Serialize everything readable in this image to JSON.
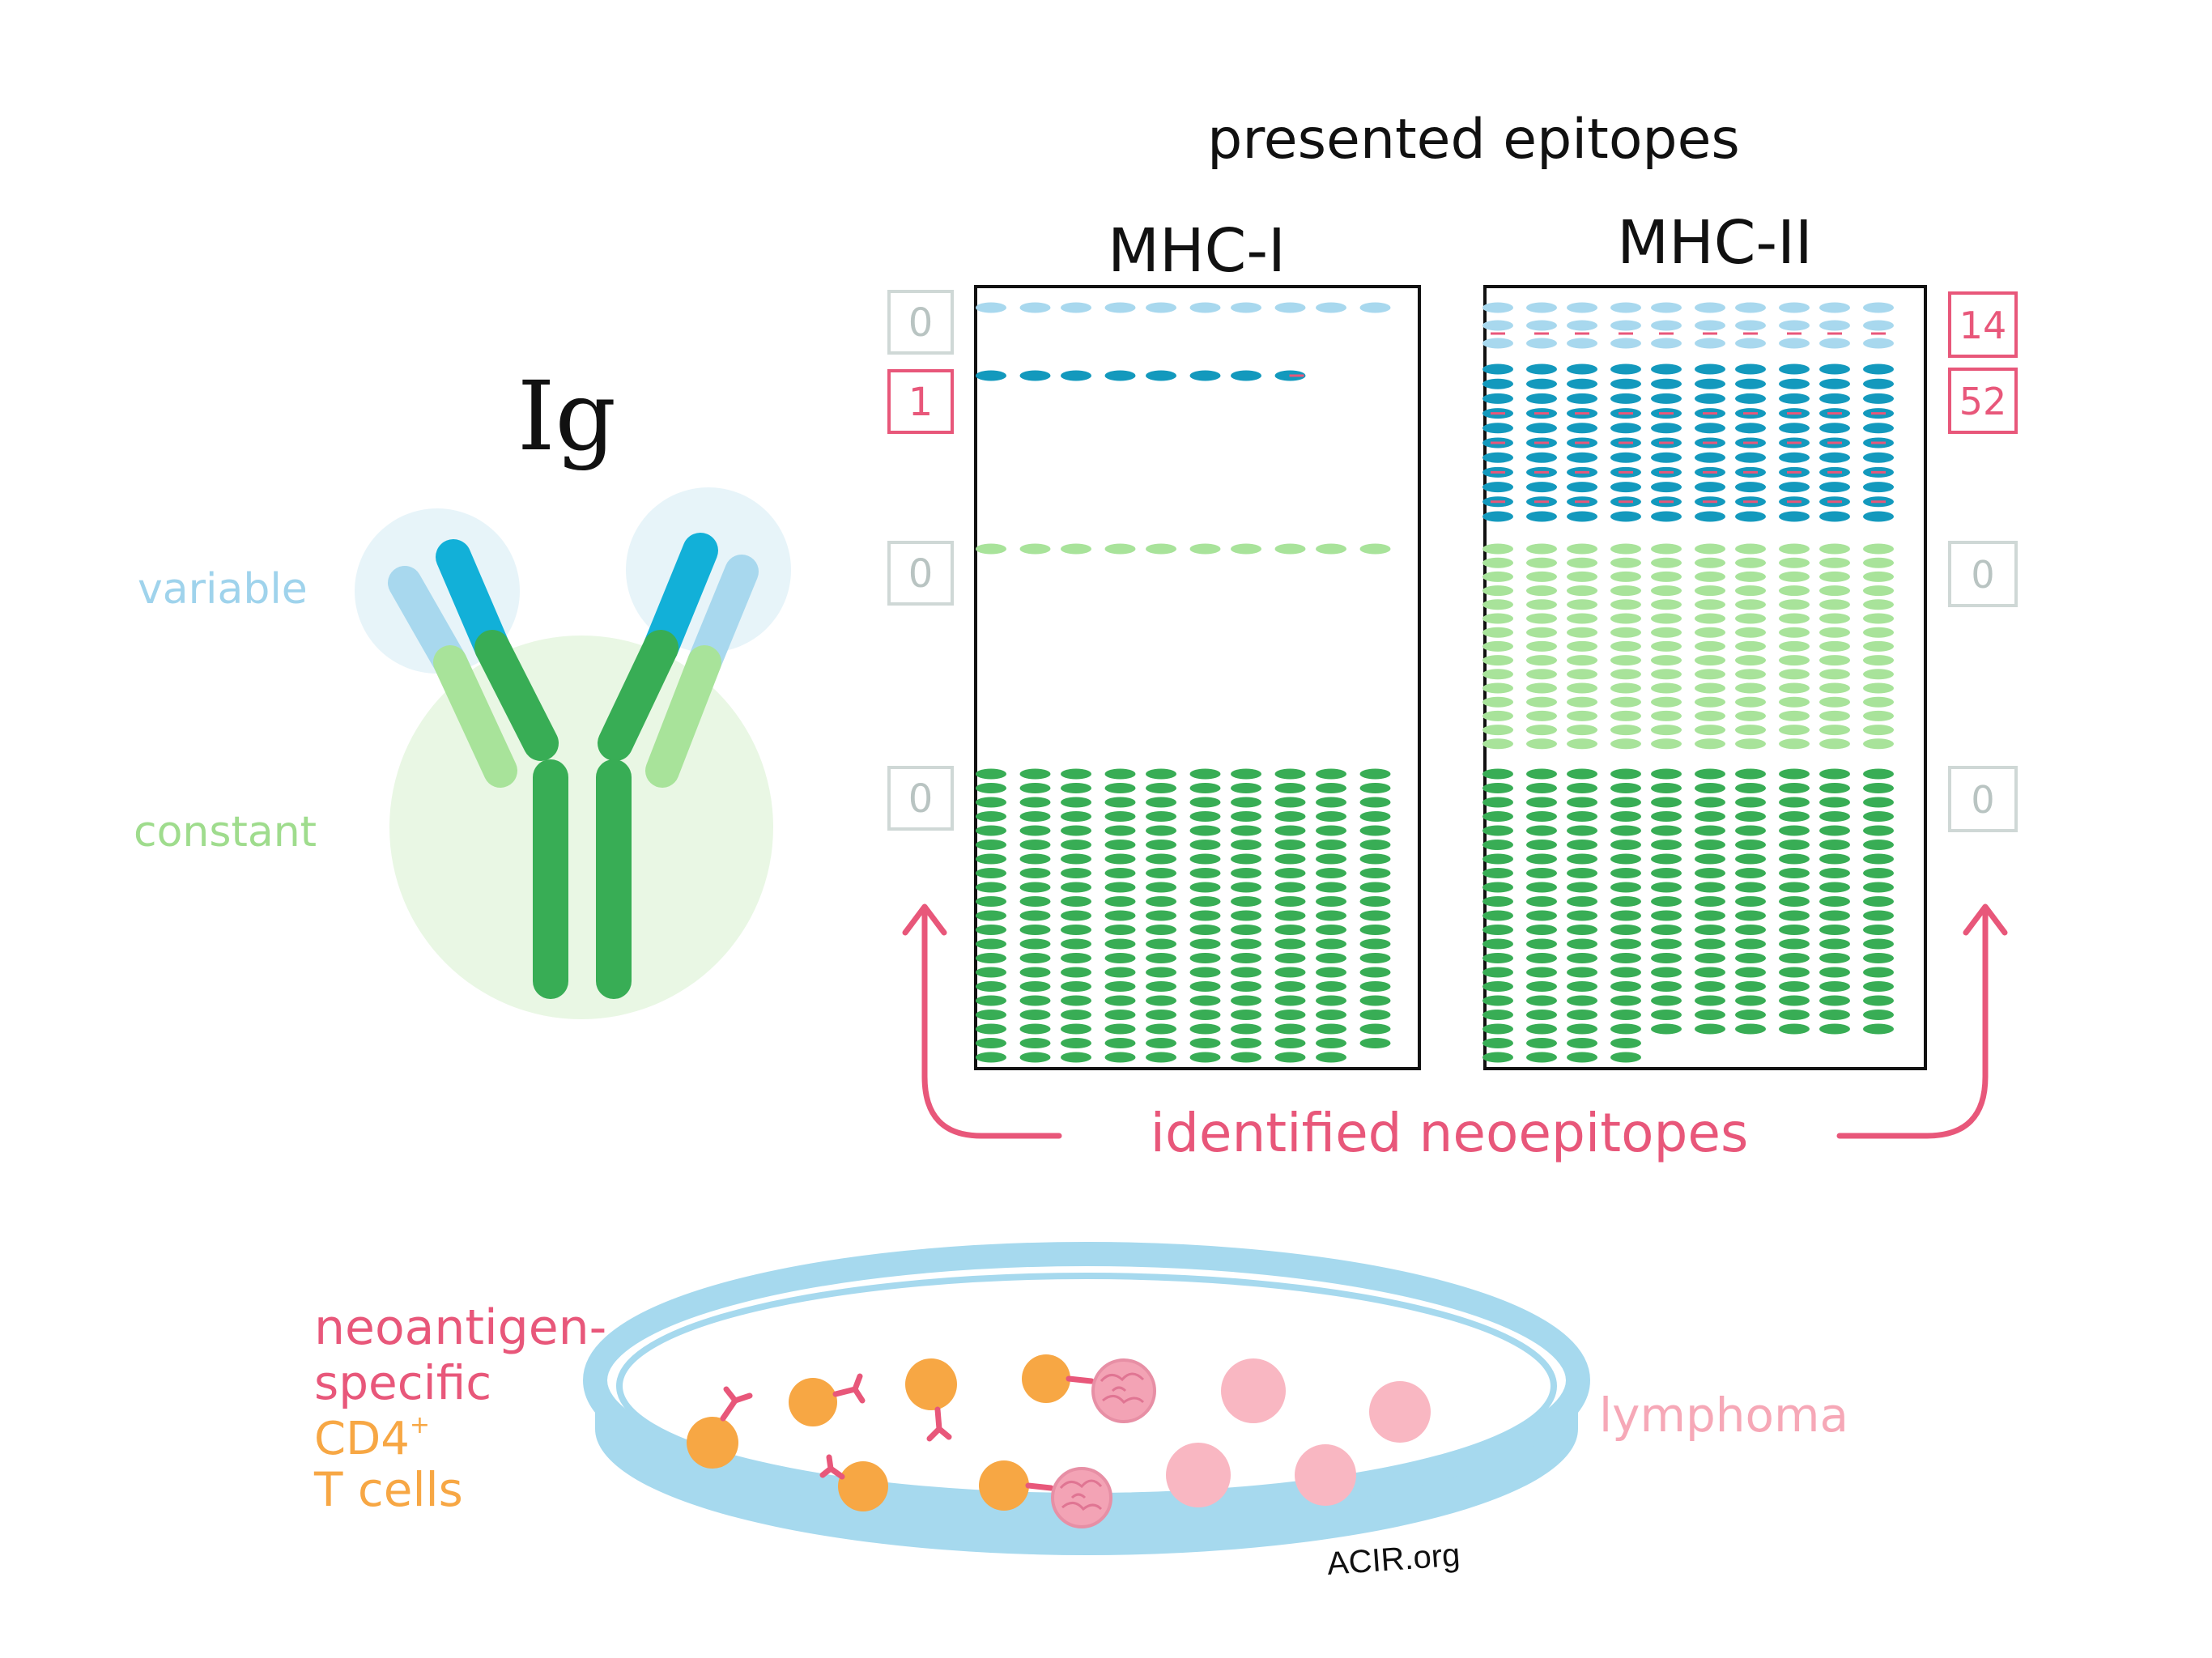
{
  "title": "presented epitopes",
  "antibody": {
    "label": "Ig",
    "variable_label": "variable",
    "constant_label": "constant",
    "colors": {
      "variable_light": "#a8d8ee",
      "variable_dark": "#12b0d8",
      "constant_light": "#a8e39a",
      "constant_dark": "#38ad55",
      "variable_halo": "#e6f3f9",
      "constant_halo": "#e9f7e4"
    }
  },
  "panels": [
    {
      "name": "MHC-I",
      "counts": [
        "0",
        "1",
        "0",
        "0"
      ],
      "rows": [
        {
          "region": "variable-light",
          "color": "#a8d8ee",
          "lines": 1
        },
        {
          "region": "variable-dark",
          "color": "#1399bd",
          "lines": 1
        },
        {
          "region": "constant-light",
          "color": "#a8e39a",
          "lines": 1
        },
        {
          "region": "constant-dark",
          "color": "#38ad55",
          "lines": 21
        }
      ]
    },
    {
      "name": "MHC-II",
      "counts": [
        "14",
        "52",
        "0",
        "0"
      ],
      "rows": [
        {
          "region": "variable-light",
          "color": "#a8d8ee",
          "lines": 3
        },
        {
          "region": "variable-dark",
          "color": "#1399bd",
          "lines": 11
        },
        {
          "region": "constant-light",
          "color": "#a8e39a",
          "lines": 15
        },
        {
          "region": "constant-dark",
          "color": "#38ad55",
          "lines": 21
        }
      ]
    }
  ],
  "neoepitope_label": "identified neoepitopes",
  "colors": {
    "highlight": "#e8577a",
    "count_box_gray": "#cfd8d6",
    "count_text_gray": "#b9c4c2",
    "dish": "#a6d9ee",
    "t_cell": "#f7a744",
    "lymphoma": "#f9b7c2"
  },
  "dish": {
    "neoantigen_label": "neoantigen-",
    "specific_label": "specific",
    "cd4_label": "CD4",
    "cd4_sup": "+",
    "tcells_label": "T cells",
    "lymphoma_label": "lymphoma",
    "credit": "ACIR.org"
  }
}
